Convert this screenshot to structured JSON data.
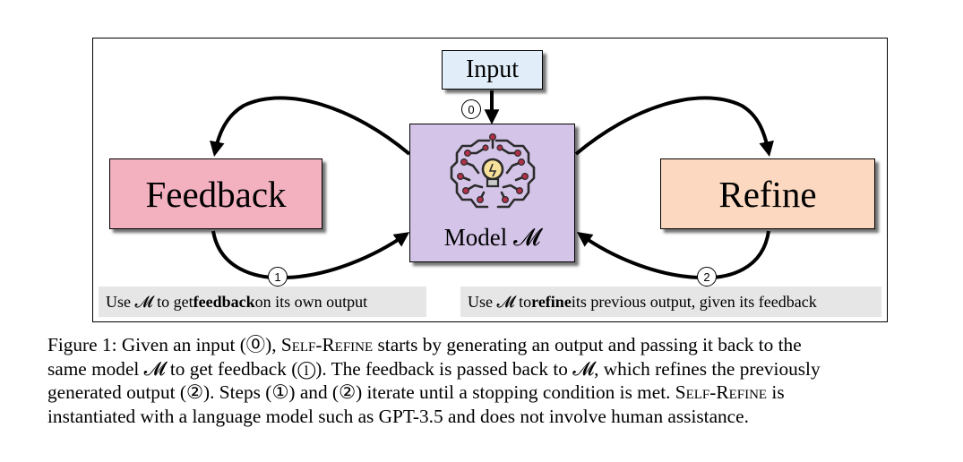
{
  "diagram": {
    "input_label": "Input",
    "feedback_label": "Feedback",
    "refine_label": "Refine",
    "model_label": "Model 𝓜",
    "step0": "0",
    "step1": "1",
    "step2": "2",
    "caption_left": {
      "pre": "Use 𝓜 to get ",
      "bold": "feedback",
      "post": " on its own output"
    },
    "caption_right": {
      "pre": "Use 𝓜 to ",
      "bold": "refine",
      "post": " its previous output, given its feedback"
    }
  },
  "figure_caption": {
    "line1_a": "Figure 1: Given an input (⓪), ",
    "line1_sc": "Self-Refine",
    "line1_b": " starts by generating an output and passing it back to the",
    "line2": "same model 𝓜 to get feedback (①). The feedback is passed back to 𝓜, which refines the previously",
    "line3_a": "generated output (②). Steps (①) and (②) iterate until a stopping condition is met. ",
    "line3_sc": "Self-Refine",
    "line3_b": " is",
    "line4": "instantiated with a language model such as GPT-3.5 and does not involve human assistance."
  },
  "colors": {
    "input_fill": "#e1eefa",
    "feedback_fill": "#f3b1c0",
    "refine_fill": "#fdd8c0",
    "model_fill": "#d4c5e8",
    "caption_bar": "#e6e6e6"
  }
}
